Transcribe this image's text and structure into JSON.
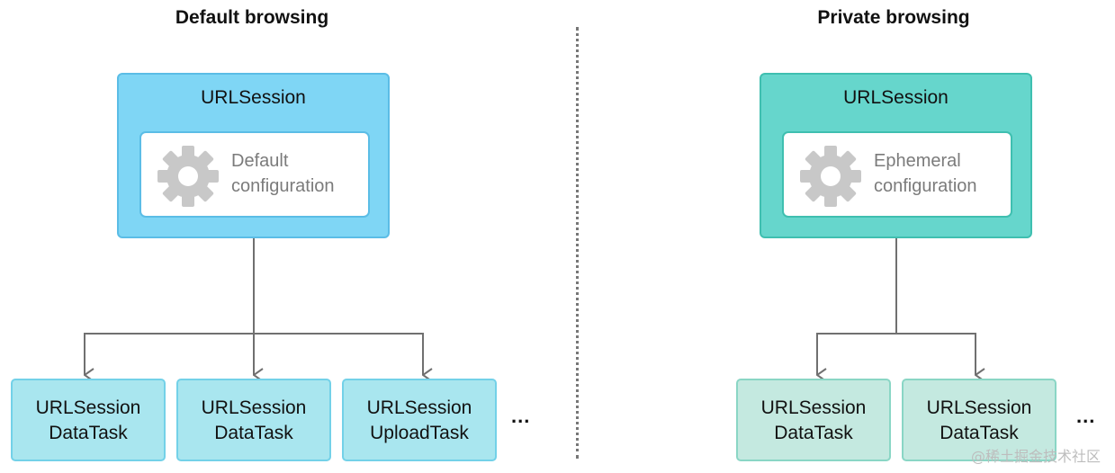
{
  "left": {
    "heading": "Default browsing",
    "session_title": "URLSession",
    "config_line1": "Default",
    "config_line2": "configuration",
    "tasks": [
      {
        "line1": "URLSession",
        "line2": "DataTask"
      },
      {
        "line1": "URLSession",
        "line2": "DataTask"
      },
      {
        "line1": "URLSession",
        "line2": "UploadTask"
      }
    ],
    "ellipsis": "..."
  },
  "right": {
    "heading": "Private browsing",
    "session_title": "URLSession",
    "config_line1": "Ephemeral",
    "config_line2": "configuration",
    "tasks": [
      {
        "line1": "URLSession",
        "line2": "DataTask"
      },
      {
        "line1": "URLSession",
        "line2": "DataTask"
      }
    ],
    "ellipsis": "..."
  },
  "watermark": "@稀土掘金技术社区",
  "colors": {
    "default_session_fill": "#7fd6f5",
    "default_session_border": "#5bbde6",
    "ephemeral_session_fill": "#66d6cc",
    "ephemeral_session_border": "#3fbfb0",
    "gear": "#c8c8c8",
    "connector": "#707070"
  }
}
